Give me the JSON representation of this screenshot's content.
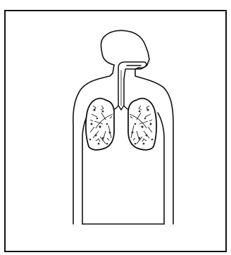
{
  "diagram": {
    "subject": "human-respiratory-system",
    "line_color": "#111111",
    "background_color": "#ffffff",
    "parts": [
      "head-and-torso-outline",
      "nasal-cavity",
      "trachea",
      "bronchi",
      "left-lung",
      "right-lung"
    ]
  }
}
